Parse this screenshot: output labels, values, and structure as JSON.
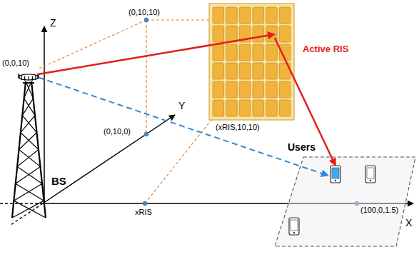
{
  "diagram": {
    "nodes": [
      {
        "text": [
          "BS"
        ]
      },
      {
        "text": [
          "Active RIS"
        ]
      },
      {
        "text": [
          "Users"
        ]
      }
    ],
    "edges": [
      {
        "from": 0,
        "to": 1,
        "arrow": "to"
      },
      {
        "from": 1,
        "to": 2,
        "arrow": "to"
      },
      {
        "from": 0,
        "to": 2,
        "arrow": "to"
      }
    ],
    "labels": [
      "(0,0,10)",
      "Z",
      "(0,10,10)",
      "Y",
      "(0,10,0)",
      "(xRIS,10,10)",
      "X",
      "xRIS",
      "(100,0,1.5)"
    ]
  }
}
